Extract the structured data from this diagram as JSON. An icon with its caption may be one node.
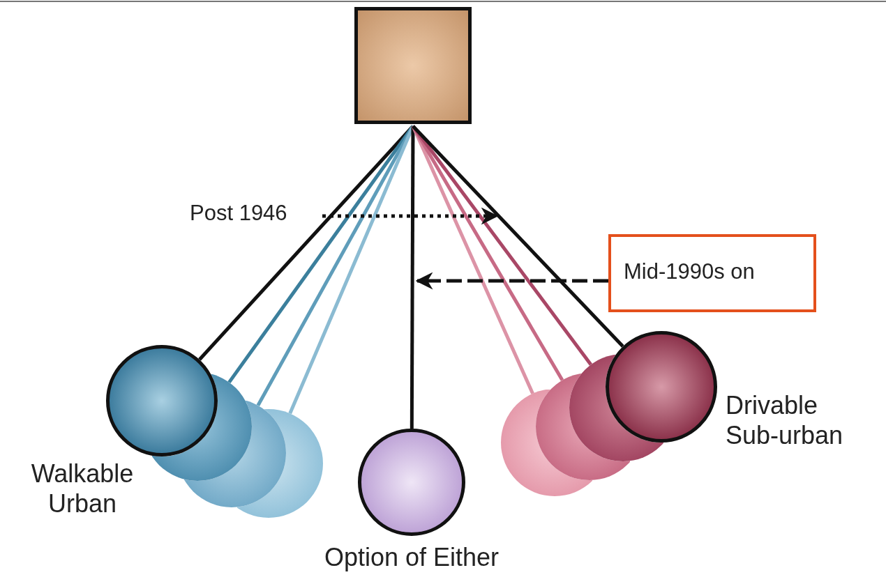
{
  "diagram": {
    "nodes": [
      {
        "text": [],
        "shape": "box"
      },
      {
        "text": [],
        "shape": "circle",
        "beside": [
          "Walkable Urban"
        ]
      },
      {
        "text": [],
        "shape": "circle"
      },
      {
        "text": [],
        "shape": "circle"
      },
      {
        "text": [],
        "shape": "circle"
      },
      {
        "text": [],
        "shape": "circle",
        "beside": [
          "Option of Either"
        ]
      },
      {
        "text": [],
        "shape": "circle"
      },
      {
        "text": [],
        "shape": "circle"
      },
      {
        "text": [],
        "shape": "circle"
      },
      {
        "text": [],
        "shape": "circle",
        "beside": [
          "Drivable Sub-urban"
        ]
      },
      {
        "text": [
          "Mid-1990s on"
        ]
      }
    ],
    "edges": [
      {
        "from": 0,
        "to": 1,
        "arrow": "none"
      },
      {
        "from": 0,
        "to": 2,
        "arrow": "none",
        "color": "#3b7f9c"
      },
      {
        "from": 0,
        "to": 3,
        "arrow": "none",
        "color": "#5f9dba"
      },
      {
        "from": 0,
        "to": 4,
        "arrow": "none",
        "color": "#8bbbd2"
      },
      {
        "from": 0,
        "to": 5,
        "arrow": "none"
      },
      {
        "from": 0,
        "to": 6,
        "arrow": "none",
        "color": "#dc93a6"
      },
      {
        "from": 0,
        "to": 7,
        "arrow": "none",
        "color": "#c76a85"
      },
      {
        "from": 0,
        "to": 8,
        "arrow": "none",
        "color": "#a94766"
      },
      {
        "from": 0,
        "to": 9,
        "arrow": "none"
      },
      {
        "from": 10,
        "to": null,
        "arrow": "to",
        "style": "dashed"
      }
    ],
    "labels": [
      "Post 1946"
    ]
  }
}
